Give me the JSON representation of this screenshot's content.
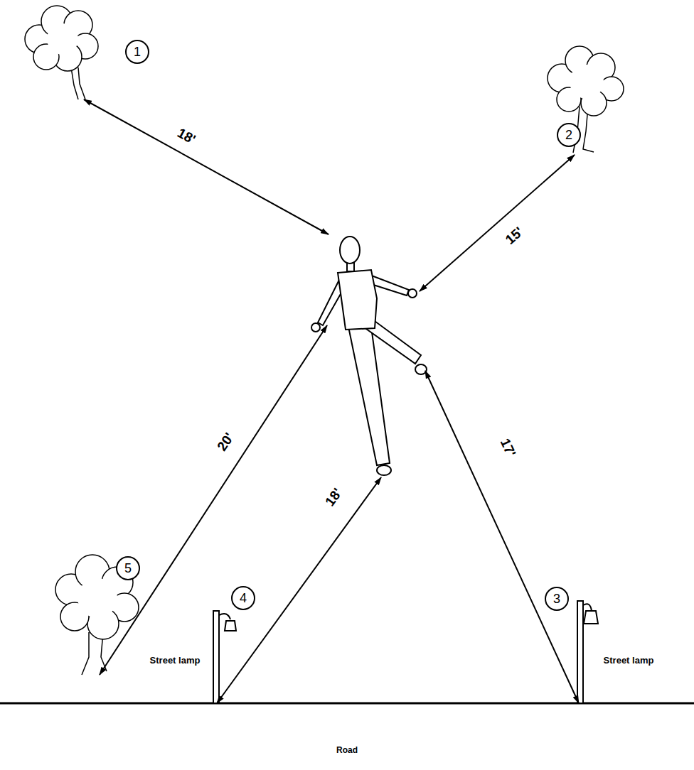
{
  "diagram": {
    "nodes": [
      {
        "text": [
          "1"
        ]
      },
      {
        "text": [
          "2"
        ]
      },
      {
        "text": [
          "5"
        ]
      },
      {
        "text": [
          "4"
        ]
      },
      {
        "text": [
          "3"
        ]
      }
    ],
    "labels": [
      "18'",
      "15'",
      "20'",
      "18'",
      "17'",
      "Street lamp",
      "Street lamp",
      "Road"
    ]
  }
}
